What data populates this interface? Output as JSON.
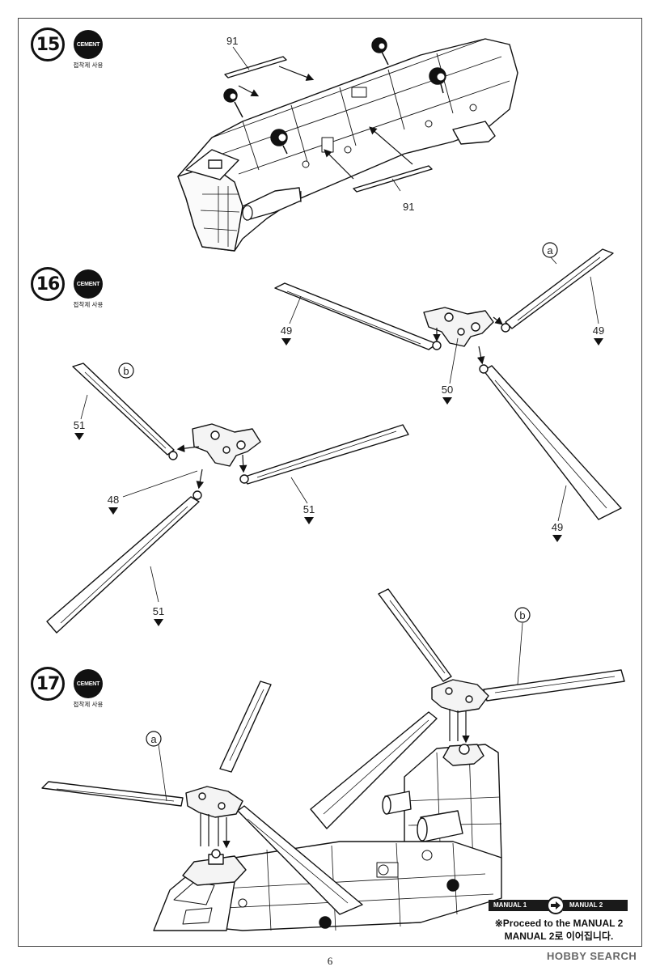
{
  "steps": [
    {
      "number": "15",
      "cement_label": "CEMENT",
      "cement_note": "접착제 사용"
    },
    {
      "number": "16",
      "cement_label": "CEMENT",
      "cement_note": "접착제 사용"
    },
    {
      "number": "17",
      "cement_label": "CEMENT",
      "cement_note": "접착제 사용"
    }
  ],
  "step15": {
    "part_top": "91",
    "part_bottom": "91"
  },
  "step16": {
    "callout_a": "a",
    "callout_b": "b",
    "parts": {
      "p49_left": "49",
      "p49_right": "49",
      "p49_bottom": "49",
      "p50": "50",
      "p51_top": "51",
      "p51_right": "51",
      "p51_bottom": "51",
      "p48": "48"
    }
  },
  "step17": {
    "callout_a": "a",
    "callout_b": "b"
  },
  "manual_nav": {
    "from_label": "MANUAL 1",
    "to_label": "MANUAL 2",
    "note_en": "※Proceed to the MANUAL 2",
    "note_kr": "MANUAL 2로 이어집니다."
  },
  "page_number": "6",
  "watermark": "HOBBY SEARCH"
}
